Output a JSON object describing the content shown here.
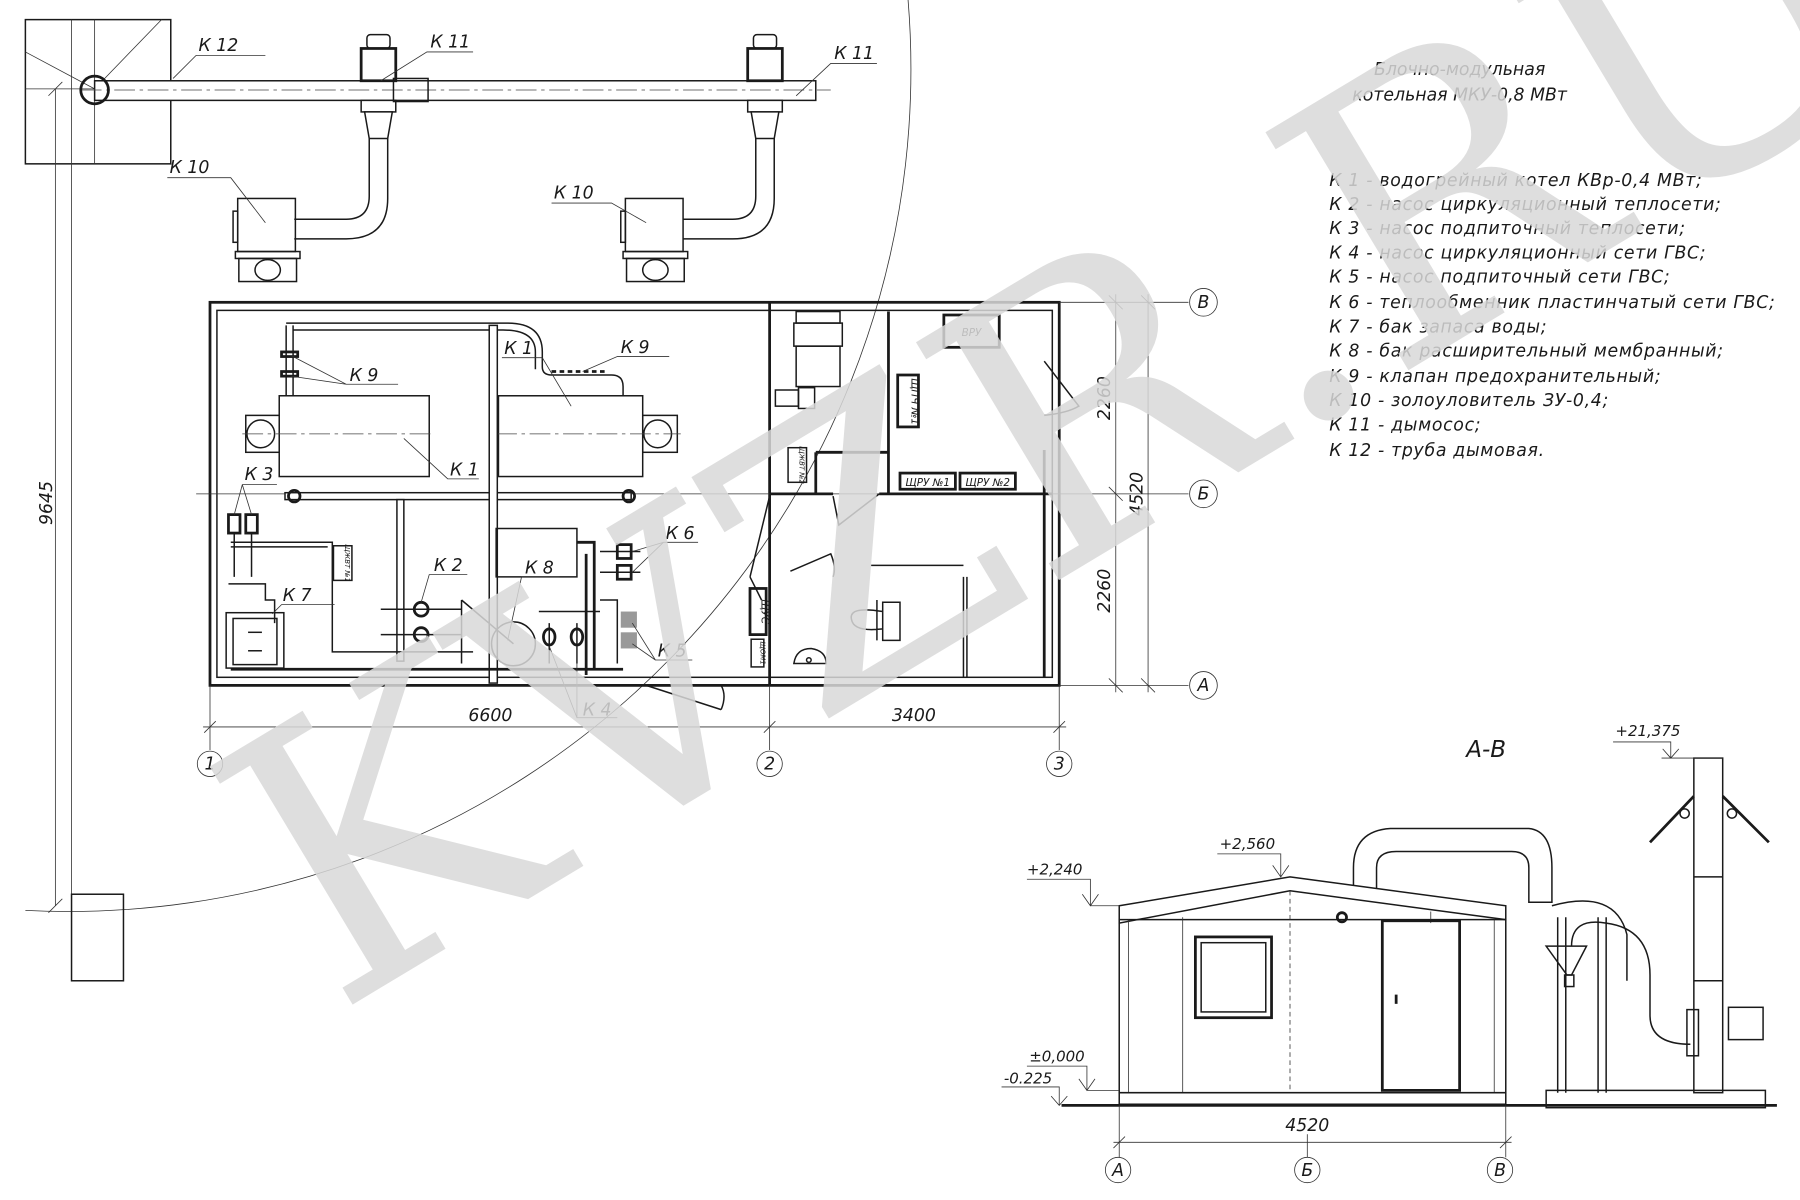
{
  "title": {
    "line1": "Блочно-модульная",
    "line2": "котельная МКУ-0,8  МВт"
  },
  "legend": [
    "К 1 -  водогрейный котел КВр-0,4 МВт;",
    "К 2 -  насос циркуляционный теплосети;",
    "К 3 -  насос подпиточный теплосети;",
    "К 4 -  насос циркуляционный сети ГВС;",
    "К 5 -  насос подпиточный сети ГВС;",
    "К 6 -  теплообменник пластинчатый сети ГВС;",
    "К 7 -  бак запаса воды;",
    "К 8 -  бак расширительный мембранный;",
    "К 9 -  клапан предохранительный;",
    "К 10 -  золоуловитель ЗУ-0,4;",
    "К 11 -  дымосос;",
    "К 12 -  труба дымовая."
  ],
  "flue_plan": {
    "k12": "К 12",
    "k11a": "К 11",
    "k11b": "К 11",
    "k10a": "К 10",
    "k10b": "К 10",
    "dim_9645": "9645"
  },
  "plan": {
    "labels": {
      "k1a": "К 1",
      "k1b": "К 1",
      "k9a": "К 9",
      "k9b": "К 9",
      "k3": "К 3",
      "k2": "К 2",
      "k8": "К 8",
      "k6": "К 6",
      "k7": "К 7",
      "k5": "К 5",
      "k4": "К 4"
    },
    "panels": {
      "vru": "ВРУ",
      "shpch1": "ЩПЧ №1",
      "shru1": "ЩРУ №1",
      "shru2": "ЩРУ №2",
      "shus": "ЩУС",
      "shom": "ЩОМ1",
      "shzhvt1": "ЩЖВТ №1",
      "shzhvt2": "ЩЖВТ №2"
    },
    "dims": {
      "d6600": "6600",
      "d3400": "3400",
      "d2260a": "2260",
      "d2260b": "2260",
      "d4520": "4520"
    },
    "axes": {
      "a1": "1",
      "a2": "2",
      "a3": "3",
      "aV": "В",
      "aB": "Б",
      "aA": "А"
    }
  },
  "section": {
    "title": "А-В",
    "levels": {
      "l2240": "+2,240",
      "l2560": "+2,560",
      "l0": "±0,000",
      "lm0225": "-0.225",
      "l21375": "+21,375"
    },
    "dim_4520": "4520",
    "axes": {
      "aA": "А",
      "aB": "Б",
      "aV": "В"
    }
  },
  "watermark": "KVZR.RU"
}
